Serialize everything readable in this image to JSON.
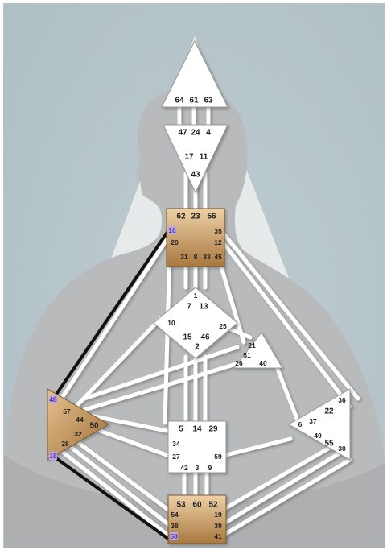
{
  "colors": {
    "background_light": "#dfe8ea",
    "background_dark": "#90a5ac",
    "triangle": "#e7ebec",
    "silhouette": "#b9bbbc",
    "center_white": "#ffffff",
    "center_outline": "#9a9a9a",
    "defined_fill_light": "#e9c490",
    "defined_fill_dark": "#a9783f",
    "channel_active": "#111111",
    "gate_highlight": "#b8a9e6"
  },
  "centers": {
    "head": {
      "gates": [
        "64",
        "61",
        "63"
      ]
    },
    "ajna": {
      "gates": [
        "47",
        "24",
        "4",
        "17",
        "11",
        "43"
      ]
    },
    "throat": {
      "gates": [
        "62",
        "23",
        "56",
        "16",
        "35",
        "20",
        "12",
        "31",
        "8",
        "33",
        "45"
      ]
    },
    "g": {
      "gates": [
        "1",
        "7",
        "13",
        "10",
        "25",
        "15",
        "46",
        "2"
      ]
    },
    "heart": {
      "gates": [
        "21",
        "51",
        "26",
        "40"
      ]
    },
    "spleen": {
      "gates": [
        "48",
        "57",
        "44",
        "50",
        "32",
        "28",
        "18"
      ]
    },
    "sacral": {
      "gates": [
        "5",
        "14",
        "29",
        "34",
        "27",
        "59",
        "42",
        "3",
        "9"
      ]
    },
    "solar_plexus": {
      "gates": [
        "36",
        "22",
        "37",
        "6",
        "49",
        "55",
        "30"
      ]
    },
    "root": {
      "gates": [
        "53",
        "60",
        "52",
        "54",
        "19",
        "38",
        "39",
        "58",
        "41"
      ]
    }
  }
}
